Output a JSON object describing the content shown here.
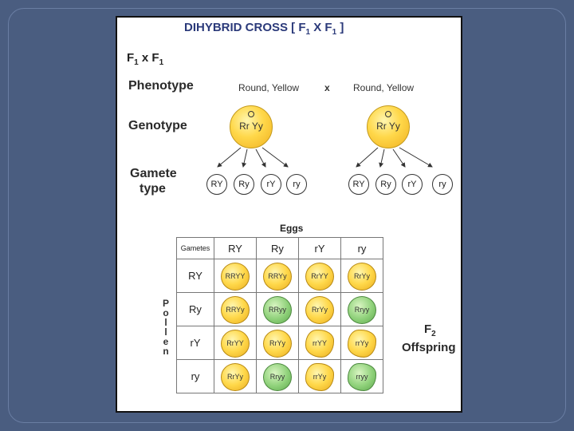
{
  "title": {
    "prefix": "DIHYBRID CROSS  [ F",
    "sub1": "1",
    "mid": " X  F",
    "sub2": "1",
    "suffix": " ]"
  },
  "cross": {
    "left": "F",
    "left_sub": "1",
    "x": " x  F",
    "right_sub": "1"
  },
  "labels": {
    "phenotype": "Phenotype",
    "genotype": "Genotype",
    "gamete_line1": "Gamete",
    "gamete_line2": "type"
  },
  "phenotype": {
    "left": "Round, Yellow",
    "x": "x",
    "right": "Round, Yellow"
  },
  "parents": {
    "left_genotype": "Rr Yy",
    "right_genotype": "Rr Yy"
  },
  "gametes_left": [
    "RY",
    "Ry",
    "rY",
    "ry"
  ],
  "gametes_right": [
    "RY",
    "Ry",
    "rY",
    "ry"
  ],
  "eggs_label": "Eggs",
  "punnett": {
    "corner": "Gametes",
    "cols": [
      "RY",
      "Ry",
      "rY",
      "ry"
    ],
    "rows": [
      "RY",
      "Ry",
      "rY",
      "ry"
    ],
    "cells": [
      [
        "RRYY",
        "RRYy",
        "RrYY",
        "RrYy"
      ],
      [
        "RRYy",
        "RRyy",
        "RrYy",
        "Rryy"
      ],
      [
        "RrYY",
        "RrYy",
        "rrYY",
        "rrYy"
      ],
      [
        "RrYy",
        "Rryy",
        "rrYy",
        "rryy"
      ]
    ],
    "colors": [
      [
        "yellow",
        "yellow",
        "yellow",
        "yellow"
      ],
      [
        "yellow",
        "green",
        "yellow",
        "green"
      ],
      [
        "yellow",
        "yellow",
        "yellow",
        "yellow"
      ],
      [
        "yellow",
        "green",
        "yellow",
        "green"
      ]
    ],
    "wrinkled": [
      [
        false,
        false,
        false,
        false
      ],
      [
        false,
        false,
        false,
        false
      ],
      [
        false,
        false,
        true,
        true
      ],
      [
        false,
        false,
        true,
        true
      ]
    ]
  },
  "pollen_letters": [
    "P",
    "o",
    "l",
    "l",
    "e",
    "n"
  ],
  "offspring": {
    "f": "F",
    "sub": "2",
    "label": "Offspring"
  }
}
